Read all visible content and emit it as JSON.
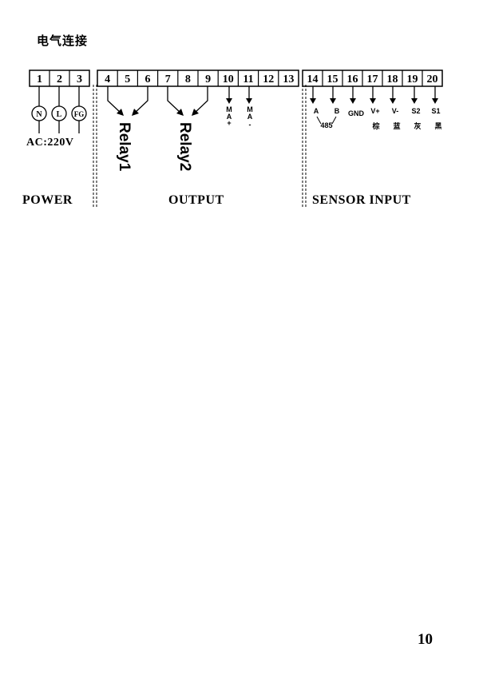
{
  "title": "电气连接",
  "page_number": "10",
  "terminals": [
    "1",
    "2",
    "3",
    "4",
    "5",
    "6",
    "7",
    "8",
    "9",
    "10",
    "11",
    "12",
    "13",
    "14",
    "15",
    "16",
    "17",
    "18",
    "19",
    "20"
  ],
  "power": {
    "pins": [
      "N",
      "L",
      "FG"
    ],
    "voltage": "AC:220V",
    "label": "POWER"
  },
  "output": {
    "relay1": "Relay1",
    "relay2": "Relay2",
    "ma_plus": [
      "M",
      "A",
      "+"
    ],
    "ma_minus": [
      "M",
      "A",
      "-"
    ],
    "label": "OUTPUT"
  },
  "sensor": {
    "a": "A",
    "b": "B",
    "rs485": "485",
    "gnd": "GND",
    "vplus": "V+",
    "vminus": "V-",
    "s2": "S2",
    "s1": "S1",
    "colors": [
      "棕",
      "蓝",
      "灰",
      "黑"
    ],
    "label": "SENSOR INPUT"
  }
}
